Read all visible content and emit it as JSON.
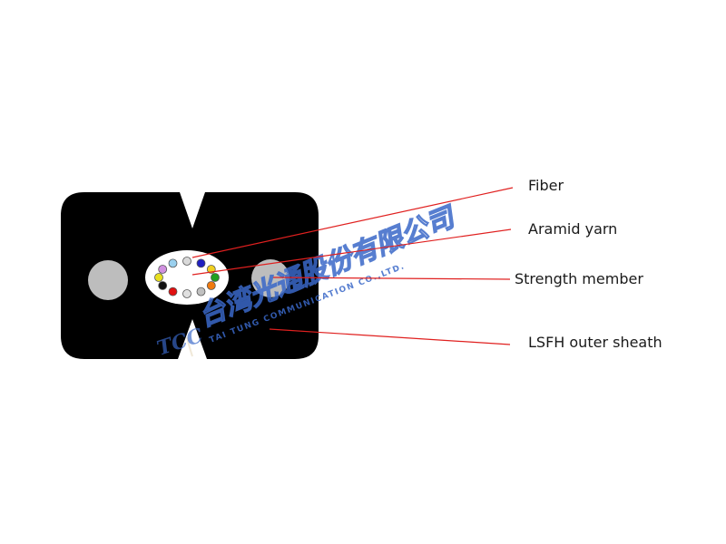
{
  "labels": {
    "fiber": "Fiber",
    "aramid": "Aramid yarn",
    "strength": "Strength member",
    "sheath": "LSFH outer sheath"
  },
  "watermark": {
    "chinese": "台湾光通股份有限公司",
    "english": "TAI TUNG COMMUNICATION CO.,LTD.",
    "logo": "TCC"
  },
  "colors": {
    "sheath": "#000000",
    "strength_member": "#bdbdbd",
    "core": "#ffffff",
    "leader_line": "#e0201f",
    "watermark": "#3a68c8",
    "fibers": [
      "#9ad0ee",
      "#d9d9d9",
      "#2020c0",
      "#f0d020",
      "#20a020",
      "#f07a10",
      "#c0c0c0",
      "#e0e0e0",
      "#e01010",
      "#111111",
      "#e8e020",
      "#d090e0"
    ]
  }
}
